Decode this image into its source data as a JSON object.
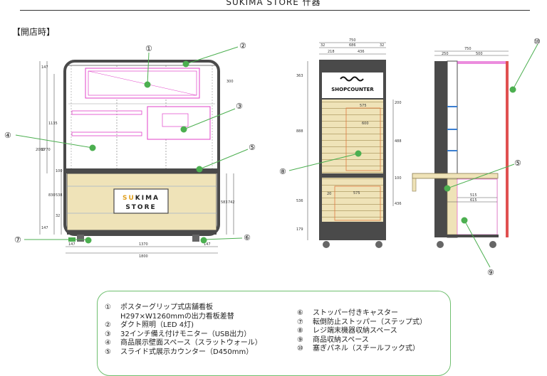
{
  "header": {
    "title": "SUKIMA STORE 什器"
  },
  "section_label": "【開店時】",
  "brand": {
    "store_sign_line1_a": "SU",
    "store_sign_line1_b": "KIMA",
    "store_sign_line2": "STORE",
    "shopcounter": "SHOPCOUNTER",
    "accent_green": "#4caf50",
    "accent_magenta": "#e040c8",
    "wood": "#efe3b8",
    "frame": "#4a4a4a"
  },
  "front_dims": {
    "total_width": "1800",
    "inner_width": "1370",
    "side": "147",
    "side_right": "147",
    "h_total": "2060",
    "h_upper": "1770",
    "h_1135": "1135",
    "h_100": "100",
    "h_830": "830",
    "h_538": "538",
    "h_32": "32",
    "h_147": "147",
    "h_583": "583",
    "h_742": "742",
    "h_300": "300",
    "h_147b": "147"
  },
  "middle_dims": {
    "w_750": "750",
    "w_686": "686",
    "w_32a": "32",
    "w_32b": "32",
    "w_218": "218",
    "w_436": "436",
    "h_363": "363",
    "h_888": "888",
    "h_536": "536",
    "h_179": "179",
    "h_200": "200",
    "h_488": "488",
    "h_436": "436",
    "h_100": "100",
    "d_575": "575",
    "d_600": "600",
    "d_575b": "575",
    "d_20": "20"
  },
  "side_dims": {
    "w_750": "750",
    "w_250": "250",
    "w_500": "500",
    "d_515": "515",
    "d_615": "615"
  },
  "callouts": [
    "①",
    "②",
    "③",
    "④",
    "⑤",
    "⑥",
    "⑦",
    "⑧",
    "⑤",
    "⑩",
    "⑨"
  ],
  "legend": {
    "left": [
      {
        "num": "①",
        "text": "ポスターグリップ式店舗看板"
      },
      {
        "num": "",
        "text": "H297×W1260mmの出力看板差替"
      },
      {
        "num": "②",
        "text": "ダクト照明（LED 4灯)"
      },
      {
        "num": "③",
        "text": "32インチ備え付けモニター（USB出力）"
      },
      {
        "num": "④",
        "text": "商品展示壁面スペース（スラットウォール）"
      },
      {
        "num": "⑤",
        "text": "スライド式展示カウンター（D450mm）"
      }
    ],
    "right": [
      {
        "num": "⑥",
        "text": "ストッパー付きキャスター"
      },
      {
        "num": "⑦",
        "text": "転倒防止ストッパー（ステップ式）"
      },
      {
        "num": "⑧",
        "text": "レジ端末機器収納スペース"
      },
      {
        "num": "⑨",
        "text": "商品収納スペース"
      },
      {
        "num": "⑩",
        "text": "塞ぎパネル（スチールフック式）"
      }
    ]
  }
}
